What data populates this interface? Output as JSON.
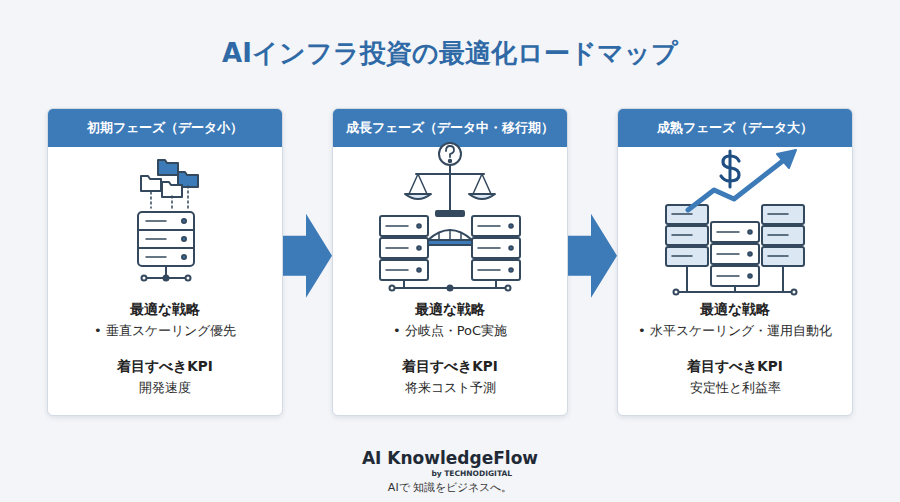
{
  "diagram": {
    "title": "AIインフラ投資の最適化ロードマップ",
    "nodes": [
      {
        "text": [
          "初期フェーズ（データ小）",
          "最適な戦略",
          "• 垂直スケーリング優先",
          "着目すべきKPI",
          "開発速度"
        ]
      },
      {
        "text": [
          "成長フェーズ（データ中・移行期）",
          "最適な戦略",
          "• 分岐点・PoC実施",
          "着目すべきKPI",
          "将来コスト予測"
        ]
      },
      {
        "text": [
          "成熟フェーズ（データ大）",
          "最適な戦略",
          "• 水平スケーリング・運用自動化",
          "着目すべきKPI",
          "安定性と利益率"
        ]
      }
    ],
    "edges": [
      {
        "from": 0,
        "to": 1,
        "arrow": "to"
      },
      {
        "from": 1,
        "to": 2,
        "arrow": "to"
      }
    ],
    "labels": [
      "AI KnowledgeFlow",
      "by TECHNODIGITAL",
      "AIで 知識をビジネスへ。"
    ]
  }
}
